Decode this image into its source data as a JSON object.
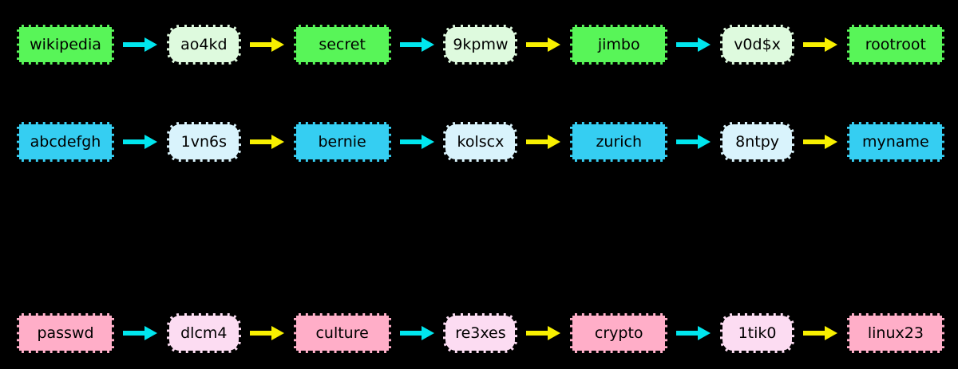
{
  "diagram": {
    "background": "#000000",
    "text_color": "#000000"
  },
  "arrow_colors": {
    "hash": "#00e6ee",
    "reduce": "#f8f000"
  },
  "chains": [
    {
      "rect_fill": "#58f558",
      "round_fill": "#defade",
      "nodes": [
        {
          "label": "wikipedia",
          "shape": "rect"
        },
        {
          "label": "ao4kd",
          "shape": "round"
        },
        {
          "label": "secret",
          "shape": "rect"
        },
        {
          "label": "9kpmw",
          "shape": "round"
        },
        {
          "label": "jimbo",
          "shape": "rect"
        },
        {
          "label": "v0d$x",
          "shape": "round"
        },
        {
          "label": "rootroot",
          "shape": "rect"
        }
      ],
      "arrows": [
        "hash",
        "reduce",
        "hash",
        "reduce",
        "hash",
        "reduce"
      ]
    },
    {
      "rect_fill": "#35cef2",
      "round_fill": "#d9f3fc",
      "nodes": [
        {
          "label": "abcdefgh",
          "shape": "rect"
        },
        {
          "label": "1vn6s",
          "shape": "round"
        },
        {
          "label": "bernie",
          "shape": "rect"
        },
        {
          "label": "kolscx",
          "shape": "round"
        },
        {
          "label": "zurich",
          "shape": "rect"
        },
        {
          "label": "8ntpy",
          "shape": "round"
        },
        {
          "label": "myname",
          "shape": "rect"
        }
      ],
      "arrows": [
        "hash",
        "reduce",
        "hash",
        "reduce",
        "hash",
        "reduce"
      ]
    },
    {
      "rect_fill": "#ffaec8",
      "round_fill": "#fcdcf2",
      "nodes": [
        {
          "label": "passwd",
          "shape": "rect"
        },
        {
          "label": "dlcm4",
          "shape": "round"
        },
        {
          "label": "culture",
          "shape": "rect"
        },
        {
          "label": "re3xes",
          "shape": "round"
        },
        {
          "label": "crypto",
          "shape": "rect"
        },
        {
          "label": "1tik0",
          "shape": "round"
        },
        {
          "label": "linux23",
          "shape": "rect"
        }
      ],
      "arrows": [
        "hash",
        "reduce",
        "hash",
        "reduce",
        "hash",
        "reduce"
      ]
    }
  ]
}
